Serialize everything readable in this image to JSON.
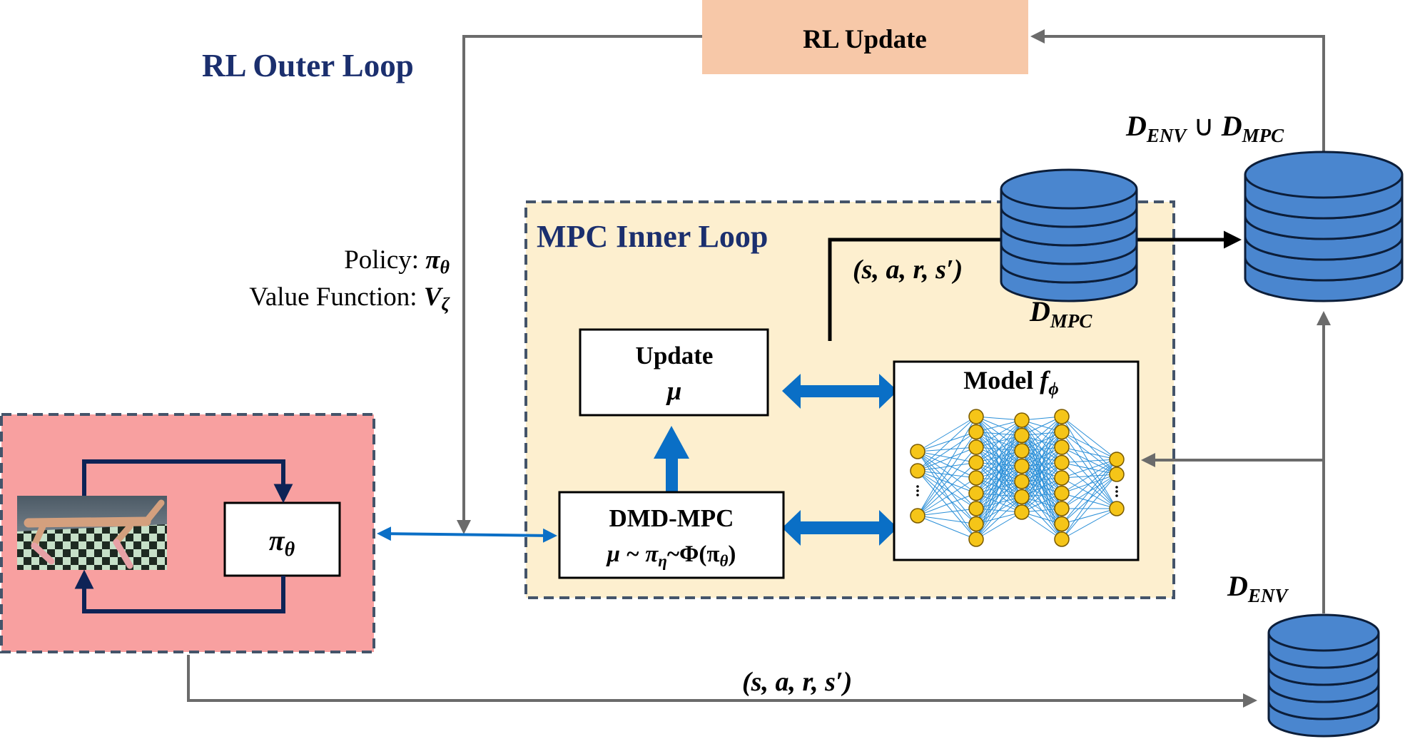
{
  "colors": {
    "outer_label": "#1b2f6e",
    "rl_update_fill": "#f7c8a8",
    "mpc_fill": "#fdefcf",
    "env_fill": "#f8a0a0",
    "box_dash": "#44546a",
    "arrow_gray": "#6b6b6b",
    "arrow_blue": "#0a6fc6",
    "nav_arrow": "#0e2356",
    "disk_fill": "#4a86cf",
    "neuron_fill": "#f5c518",
    "net_edge": "#2a8fd8"
  },
  "labels": {
    "rl_outer_loop": "RL Outer Loop",
    "rl_update": "RL Update",
    "mpc_inner_loop": "MPC Inner Loop",
    "policy_prefix": "Policy: ",
    "policy_symbol": "π",
    "policy_sub": "θ",
    "value_prefix": "Value Function: ",
    "value_symbol": "V",
    "value_sub": "ζ",
    "update_line1": "Update",
    "update_line2": "μ",
    "dmd_line1": "DMD-MPC",
    "dmd_line2_a": "μ ~ π",
    "dmd_line2_b": "η",
    "dmd_line2_c": "~Φ(π",
    "dmd_line2_d": "θ",
    "dmd_line2_e": ")",
    "model_prefix": "Model ",
    "model_symbol": "f",
    "model_sub": "ϕ",
    "pi_symbol": "π",
    "pi_sub": "θ",
    "tuple_mpc": "(s, a, r, s′)",
    "tuple_env": "(s, a, r, s′)",
    "d_mpc_main": "D",
    "d_mpc_sub": "MPC",
    "d_env_main": "D",
    "d_env_sub": "ENV",
    "union_d1": "D",
    "union_s1": "ENV",
    "union_op": " ∪ ",
    "union_d2": "D",
    "union_s2": "MPC"
  },
  "icons": [
    "database-icon",
    "neural-network-icon",
    "robot-sim-icon"
  ]
}
